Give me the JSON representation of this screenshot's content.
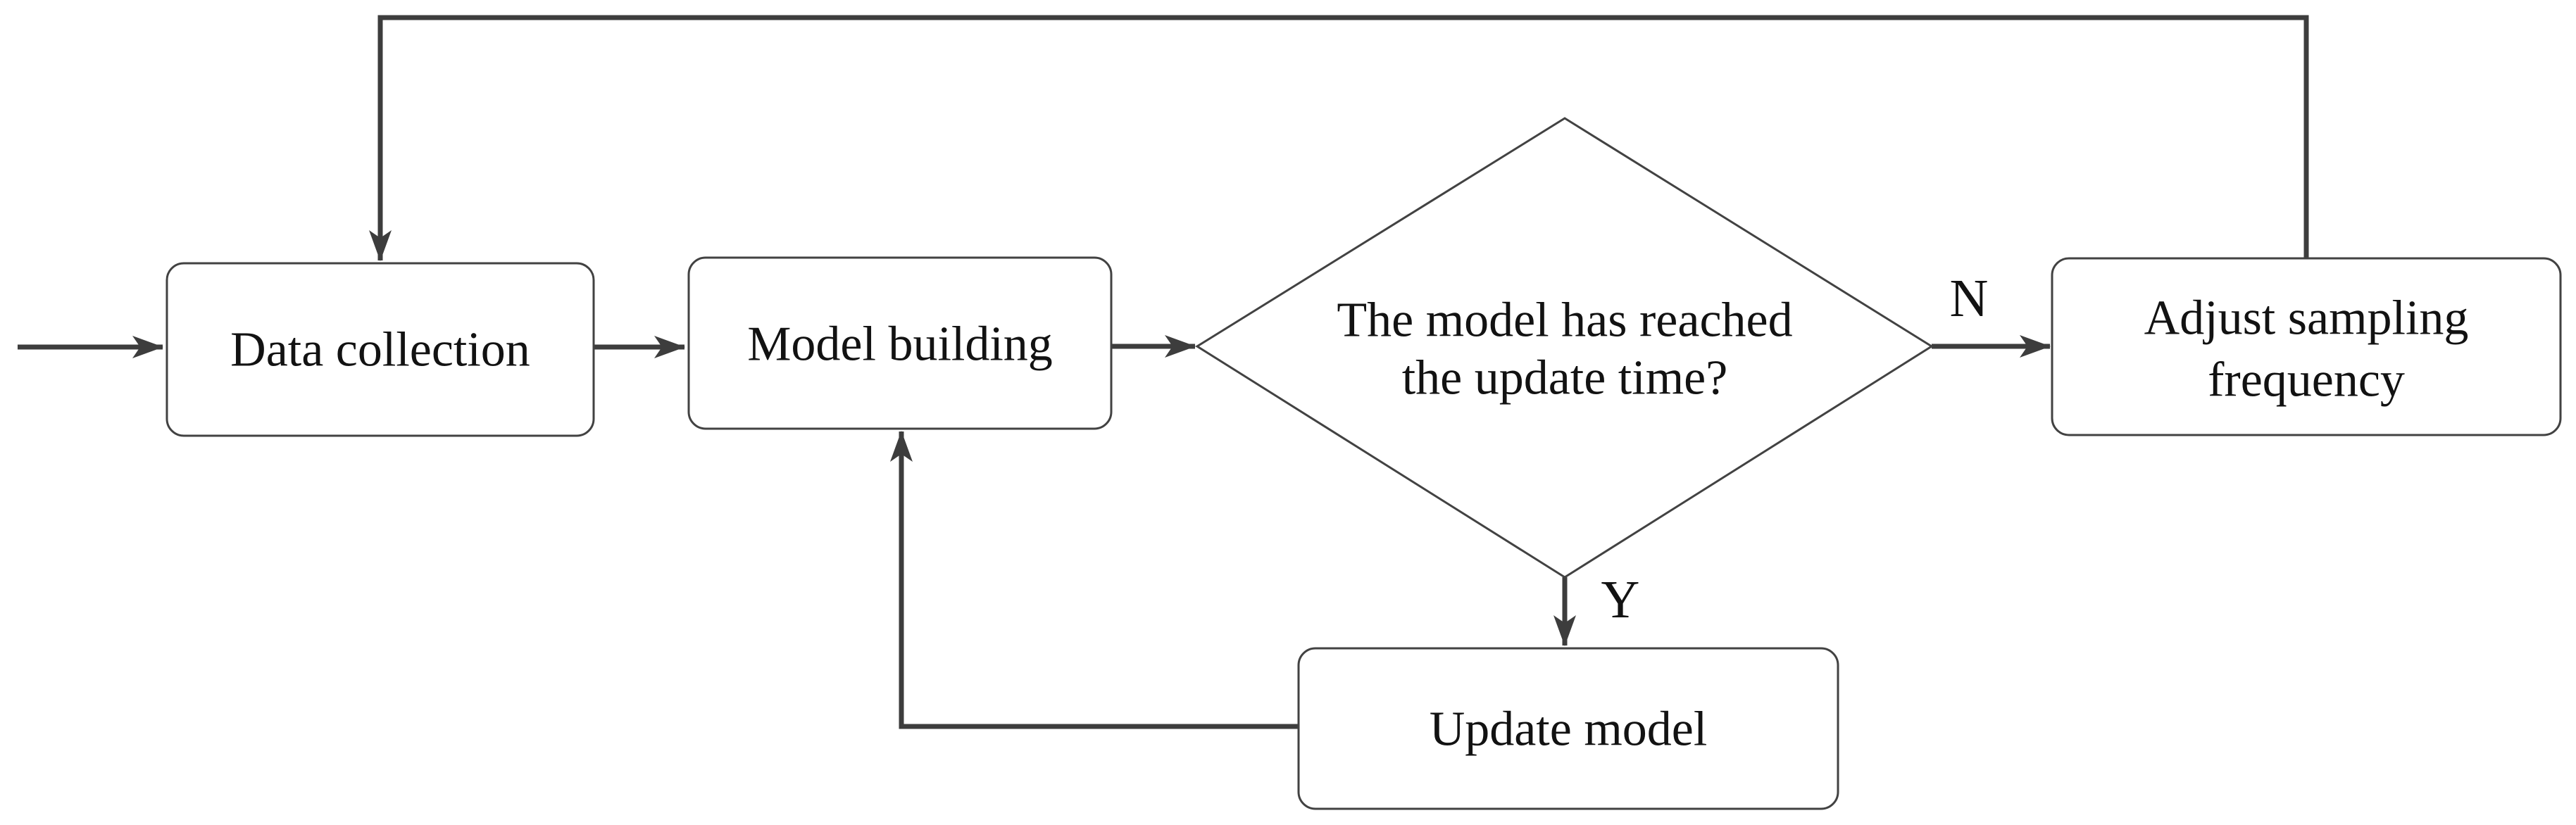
{
  "nodes": {
    "data_collection": {
      "label": "Data collection"
    },
    "model_building": {
      "label": "Model building"
    },
    "decision": {
      "line1": "The model has reached",
      "line2": "the update time?"
    },
    "adjust_sampling": {
      "line1": "Adjust sampling",
      "line2": "frequency"
    },
    "update_model": {
      "label": "Update model"
    }
  },
  "edge_labels": {
    "no": "N",
    "yes": "Y"
  },
  "colors": {
    "connector": "#3d3d3d",
    "shape_border": "#424242",
    "text": "#121212",
    "background": "#ffffff"
  }
}
